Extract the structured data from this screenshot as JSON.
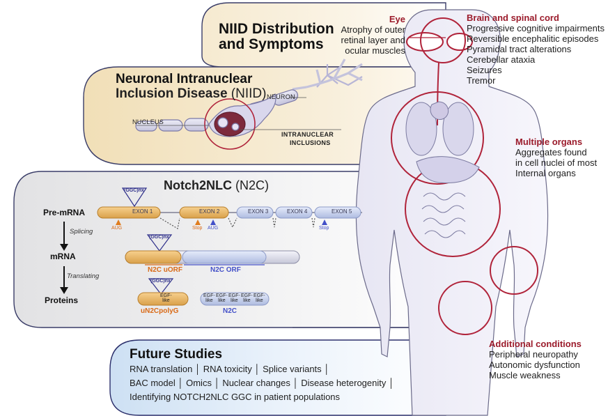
{
  "panels": {
    "distribution_title": [
      "NIID Distribution",
      "and Symptoms"
    ],
    "niid_title": [
      "Neuronal Intranuclear",
      "Inclusion Disease"
    ],
    "niid_abbr": "(NIID)",
    "neuron_label": "NEURON",
    "nucleus_label": "NUCLEUS",
    "inclusions_label": [
      "INTRANUCLEAR",
      "INCLUSIONS"
    ],
    "notch_title": "Notch2NLC",
    "notch_abbr": "(N2C)",
    "future_title": "Future Studies"
  },
  "annotations": {
    "eye": {
      "heading": "Eye",
      "lines": [
        "Atrophy of outer",
        "retinal layer and",
        "ocular muscles"
      ]
    },
    "brain": {
      "heading": "Brain and spinal cord",
      "lines": [
        "Progressive cognitive impairments",
        "Reversible encephalitic episodes",
        "Pyramidal tract alterations",
        "Cerebellar ataxia",
        "Seizures",
        "Tremor"
      ]
    },
    "organs": {
      "heading": "Multiple organs",
      "lines": [
        "Aggregates found",
        "in cell nuclei of most",
        "Internal organs"
      ]
    },
    "additional": {
      "heading": "Additional conditions",
      "lines": [
        "Peripheral neuropathy",
        "Autonomic dysfunction",
        "Muscle weakness"
      ]
    }
  },
  "gene_diagram": {
    "stages": [
      "Pre-mRNA",
      "mRNA",
      "Proteins"
    ],
    "processes": [
      "Splicing",
      "Translating"
    ],
    "repeat": "(GGC)nx",
    "exons": [
      "EXON 1",
      "EXON 2",
      "EXON 3",
      "EXON 4",
      "EXON 5"
    ],
    "codons": {
      "aug1": "AUG",
      "stop1": "Stop",
      "aug2": "AUG",
      "stop2": "Stop"
    },
    "orf_labels": [
      "N2C uORF",
      "N2C ORF"
    ],
    "domain": [
      "EGF-",
      "like"
    ],
    "protein_labels": [
      "uN2CpolyG",
      "N2C"
    ]
  },
  "future_studies": {
    "rows": [
      [
        "RNA translation",
        "RNA toxicity",
        "Splice variants"
      ],
      [
        "BAC model",
        "Omics",
        "Nuclear changes",
        "Disease heterogenity"
      ],
      [
        "Identifying NOTCH2NLC GGC in patient populations"
      ]
    ]
  },
  "colors": {
    "accent_red": "#9b1b2b",
    "niid_fill": "#f3e4c3",
    "blue_accent": "#3d4fc4",
    "orange_accent": "#d9801e",
    "navy_border": "#2b2f6b"
  }
}
